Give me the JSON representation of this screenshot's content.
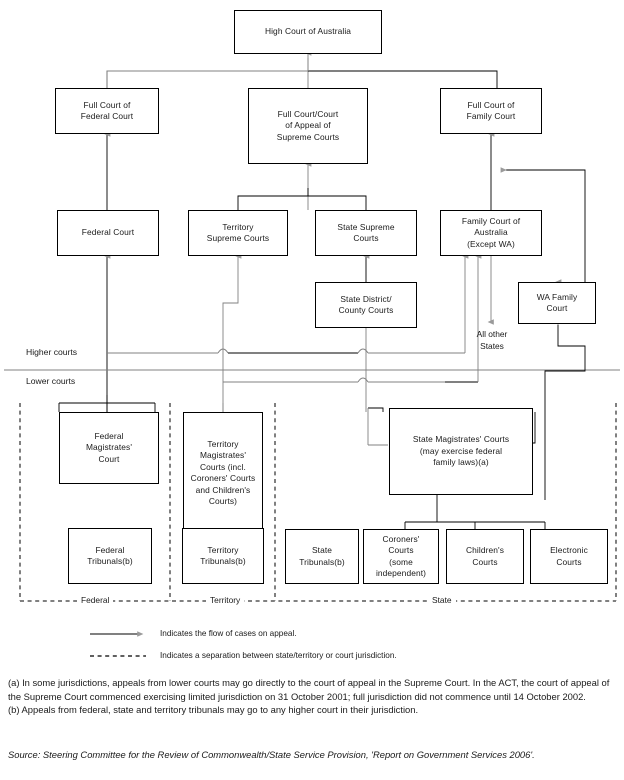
{
  "title": "Australian court system hierarchy",
  "colors": {
    "box_border": "#000000",
    "line_black": "#000000",
    "line_grey": "#808080",
    "arrow_grey": "#999999",
    "text": "#1a1a1a",
    "background": "#ffffff"
  },
  "tier_labels": {
    "higher": "Higher courts",
    "lower": "Lower courts"
  },
  "annotations": {
    "all_other_states": "All other\nStates",
    "all_other_states_line1": "All other",
    "all_other_states_line2": "States"
  },
  "jurisdiction_labels": [
    {
      "name": "federal",
      "label": "Federal"
    },
    {
      "name": "territory",
      "label": "Territory"
    },
    {
      "name": "state",
      "label": "State"
    }
  ],
  "boxes": [
    {
      "id": "high-court",
      "label": "High Court of Australia"
    },
    {
      "id": "full-court-federal",
      "label": "Full Court of\nFederal Court"
    },
    {
      "id": "full-court-supreme",
      "label": "Full Court/Court\nof Appeal of\nSupreme Courts"
    },
    {
      "id": "full-court-family",
      "label": "Full Court of\nFamily Court"
    },
    {
      "id": "federal-court",
      "label": "Federal Court"
    },
    {
      "id": "territory-supreme",
      "label": "Territory\nSupreme Courts"
    },
    {
      "id": "state-supreme",
      "label": "State Supreme\nCourts"
    },
    {
      "id": "family-court-aus",
      "label": "Family Court of\nAustralia\n(Except WA)"
    },
    {
      "id": "state-district",
      "label": "State District/\nCounty Courts"
    },
    {
      "id": "wa-family-court",
      "label": "WA Family\nCourt"
    },
    {
      "id": "federal-magistrates",
      "label": "Federal\nMagistrates'\nCourt"
    },
    {
      "id": "territory-magistrates",
      "label": "Territory\nMagistrates'\nCourts (incl.\nCoroners' Courts\nand Children's\nCourts)"
    },
    {
      "id": "state-magistrates",
      "label": "State Magistrates' Courts\n(may exercise federal\nfamily laws)(a)"
    },
    {
      "id": "federal-tribunals",
      "label": "Federal\nTribunals(b)"
    },
    {
      "id": "territory-tribunals",
      "label": "Territory\nTribunals(b)"
    },
    {
      "id": "state-tribunals",
      "label": "State\nTribunals(b)"
    },
    {
      "id": "coroners-courts",
      "label": "Coroners'\nCourts\n(some\nindependent)"
    },
    {
      "id": "childrens-courts",
      "label": "Children's\nCourts"
    },
    {
      "id": "electronic-courts",
      "label": "Electronic\nCourts"
    }
  ],
  "legend": [
    {
      "id": "flow-arrow",
      "type": "solid-arrow",
      "text": "Indicates the flow of cases on appeal."
    },
    {
      "id": "separator",
      "type": "dashed",
      "text": "Indicates a separation between state/territory or court jurisdiction."
    }
  ],
  "notes": {
    "a": "(a) In some jurisdictions, appeals from lower courts may go directly to the court of appeal in the Supreme Court. In the ACT, the court of appeal of the Supreme Court commenced exercising limited jurisdiction on 31 October 2001; full jurisdiction did not commence until 14 October 2002.",
    "b": "(b) Appeals from federal, state and territory tribunals may go to any higher court in their jurisdiction."
  },
  "source": "Source: Steering Committee for the Review of Commonwealth/State Service Provision, 'Report on Government Services 2006'."
}
